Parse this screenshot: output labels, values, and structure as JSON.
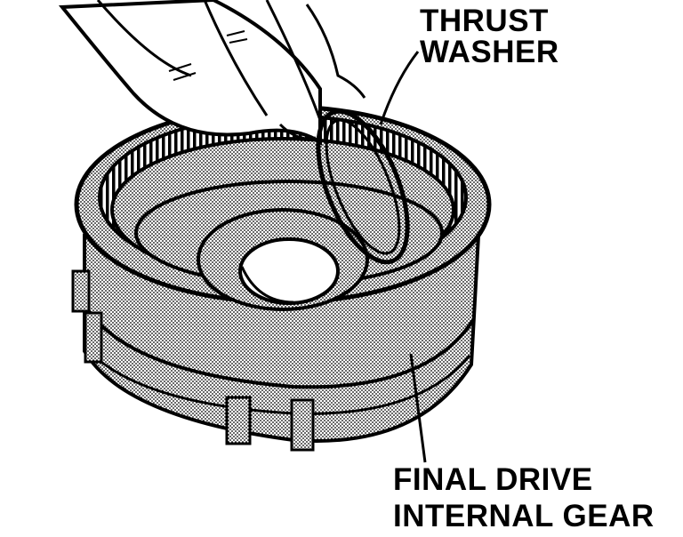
{
  "labels": {
    "thrust_washer": [
      "THRUST",
      "WASHER"
    ],
    "final_drive_internal_gear": [
      "FINAL DRIVE",
      "INTERNAL GEAR"
    ]
  },
  "colors": {
    "ink": "#000000",
    "paper": "#ffffff",
    "stipple": "#8a8a8a"
  }
}
